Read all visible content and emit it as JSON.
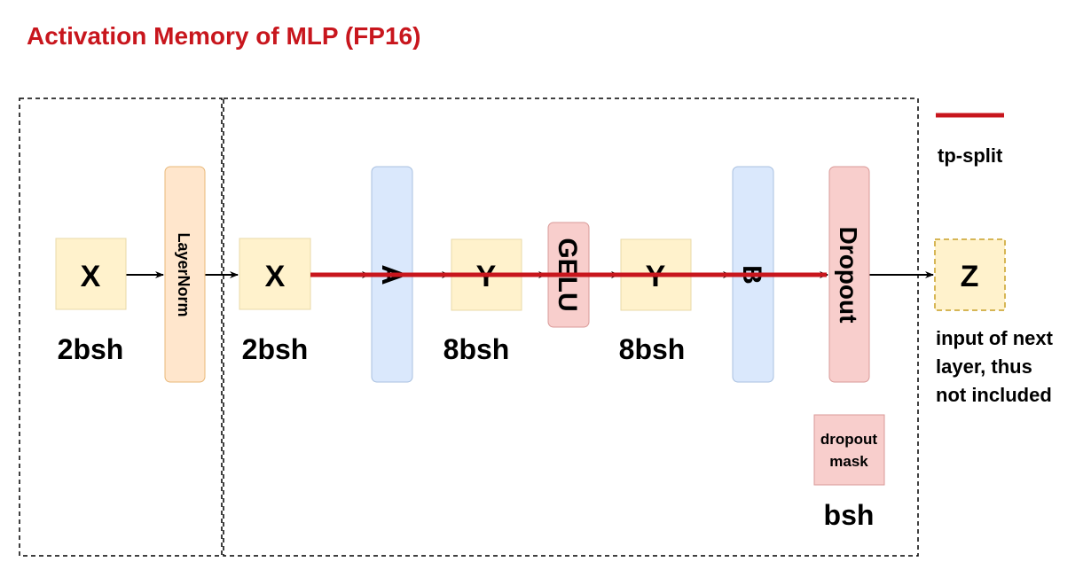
{
  "title": "Activation Memory of MLP (FP16)",
  "colors": {
    "title": "#c8161d",
    "tp_split_line": "#c8161d",
    "layernorm_fill": "#ffe6cc",
    "linear_fill": "#dae8fc",
    "tensor_fill": "#fff2cc",
    "pink_fill": "#f8cecc"
  },
  "legend": {
    "label": "tp-split"
  },
  "nodes": {
    "x_input": "X",
    "layernorm": "LayerNorm",
    "x_norm": "X",
    "linear_a": "A",
    "y1": "Y",
    "gelu": "GELU",
    "y2": "Y",
    "linear_b": "B",
    "dropout": "Dropout",
    "z": "Z",
    "dropout_mask_line1": "dropout",
    "dropout_mask_line2": "mask"
  },
  "sizes": {
    "x_input": "2bsh",
    "x_norm": "2bsh",
    "y1": "8bsh",
    "y2": "8bsh",
    "dropout_mask": "bsh"
  },
  "note": [
    "input of next",
    "layer, thus",
    "not included"
  ]
}
